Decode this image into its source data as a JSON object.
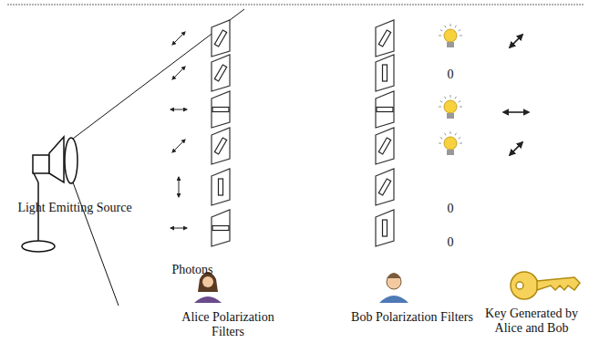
{
  "diagram": {
    "labels": [
      "Light Emitting Source",
      "0",
      "0",
      "0",
      "Photons",
      "Alice Polarization Filters",
      "Bob Polarization Filters",
      "Key Generated by Alice and Bob"
    ]
  }
}
